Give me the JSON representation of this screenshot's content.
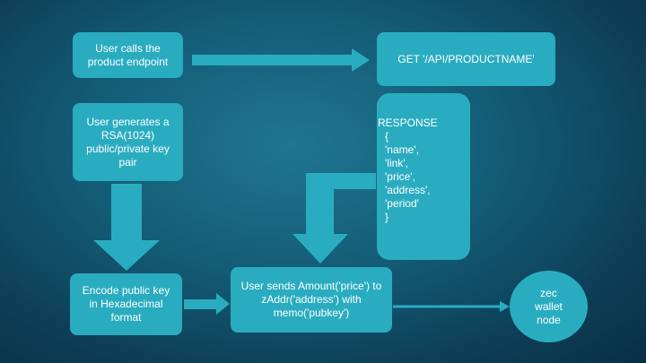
{
  "colors": {
    "box": "#2aacc0",
    "text": "#ffffff"
  },
  "nodes": {
    "calls_endpoint": {
      "lines": [
        "User calls the",
        "product endpoint"
      ]
    },
    "get_request": {
      "lines": [
        "GET '/API/PRODUCTNAME'"
      ]
    },
    "generate_key": {
      "lines": [
        "User generates a",
        "RSA(1024)",
        "public/private key",
        "pair"
      ]
    },
    "response": {
      "title": "RESPONSE",
      "lines": [
        "{",
        "'name',",
        "'link',",
        "'price',",
        "'address',",
        "'period'",
        "}"
      ]
    },
    "encode_key": {
      "lines": [
        "Encode public key",
        "in Hexadecimal",
        "format"
      ]
    },
    "send_amount": {
      "lines": [
        "User sends Amount('price') to",
        "zAddr('address') with",
        "memo('pubkey')"
      ]
    },
    "zec_node": {
      "lines": [
        "zec",
        "wallet",
        "node"
      ]
    }
  }
}
